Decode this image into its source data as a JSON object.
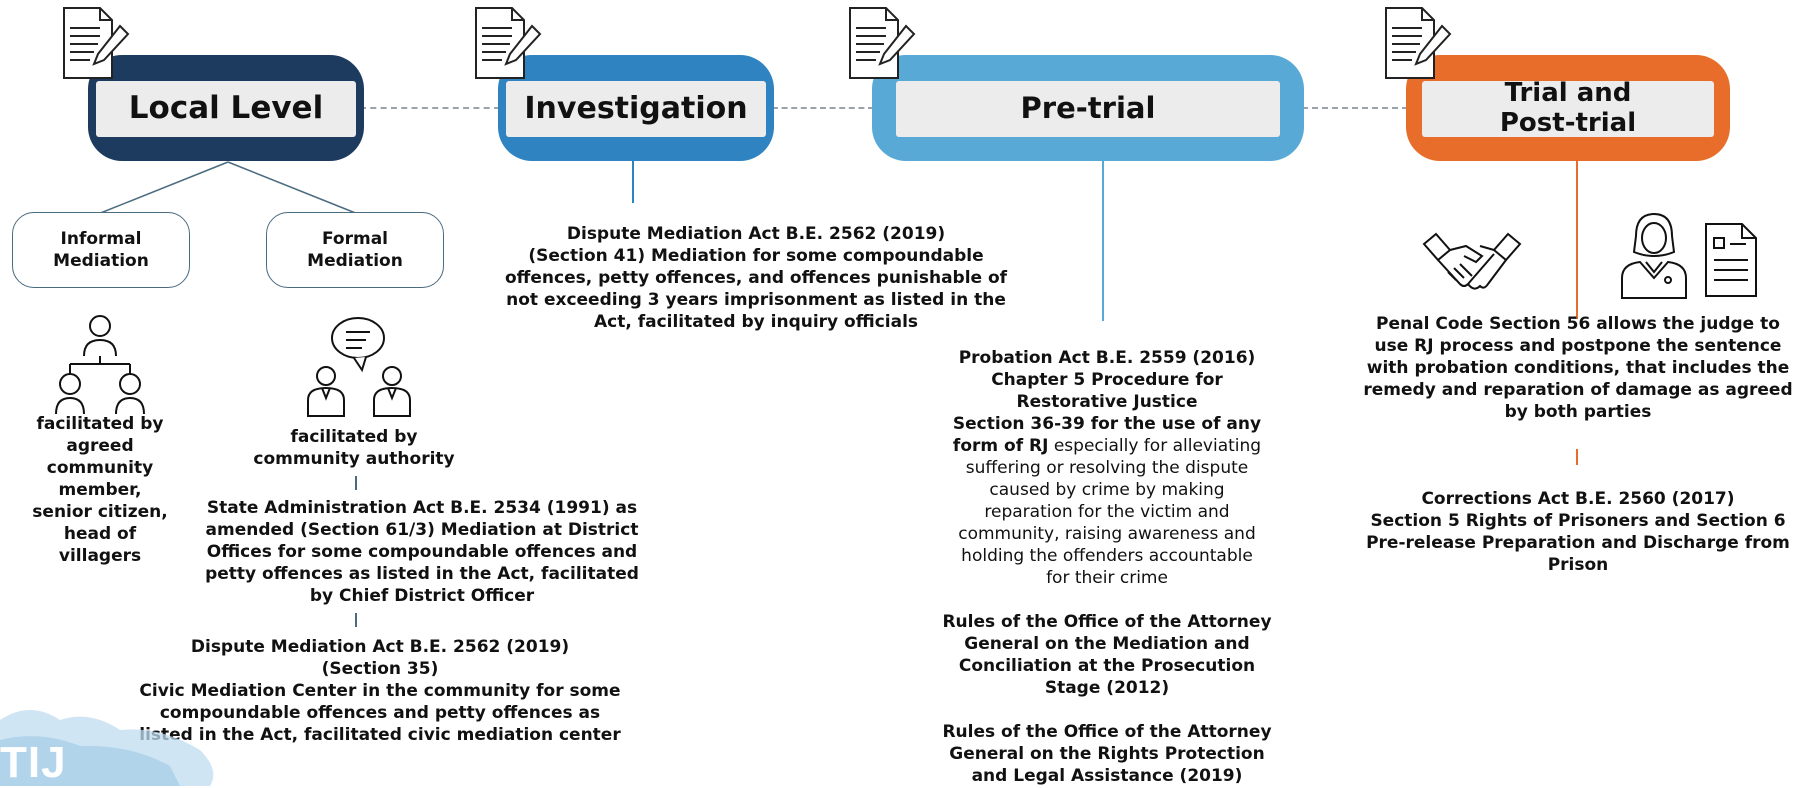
{
  "stages": {
    "local": "Local Level",
    "investigation": "Investigation",
    "pretrial": "Pre-trial",
    "trial_line1": "Trial and",
    "trial_line2": "Post-trial"
  },
  "local": {
    "informal_line1": "Informal",
    "informal_line2": "Mediation",
    "formal_line1": "Formal",
    "formal_line2": "Mediation",
    "informal_desc": [
      "facilitated by",
      "agreed",
      "community",
      "member,",
      "senior citizen,",
      "head of",
      "villagers"
    ],
    "formal_desc": [
      "facilitated by",
      "community authority"
    ],
    "state_admin": [
      "State Administration Act B.E. 2534 (1991) as",
      "amended (Section 61/3) Mediation at District",
      "Offices for some compoundable offences and",
      "petty offences as listed in the Act, facilitated",
      "by Chief District Officer"
    ],
    "dispute_35": [
      "Dispute Mediation Act B.E. 2562 (2019)",
      "(Section 35)",
      "Civic Mediation Center in the community for some",
      "compoundable offences and petty offences as",
      "listed in the Act, facilitated civic mediation center"
    ]
  },
  "investigation": {
    "text": [
      "Dispute Mediation Act B.E. 2562 (2019)",
      "(Section 41) Mediation for some compoundable",
      "offences, petty offences, and offences punishable of",
      "not exceeding 3 years imprisonment as listed in the",
      "Act, facilitated by inquiry officials"
    ]
  },
  "pretrial": {
    "probation_bold": [
      "Probation Act B.E. 2559 (2016)",
      "Chapter 5 Procedure for",
      "Restorative Justice",
      "Section 36-39 for the use of any"
    ],
    "probation_mixed_bold": "form of RJ",
    "probation_mixed_normal": " especially for  alleviating",
    "probation_normal": [
      "suffering or resolving the dispute",
      "caused by crime by making",
      "reparation for the victim and",
      "community, raising awareness and",
      "holding the offenders accountable",
      "for their crime"
    ],
    "rules_2012": [
      "Rules of the Office of the Attorney",
      "General on the Mediation and",
      "Conciliation at the Prosecution",
      "Stage (2012)"
    ],
    "rules_2019": [
      "Rules of the Office of the Attorney",
      "General on the Rights Protection",
      "and Legal Assistance (2019)"
    ]
  },
  "trial": {
    "penal": [
      "Penal Code Section 56 allows the judge to",
      "use RJ process and postpone the sentence",
      "with probation conditions, that includes the",
      "remedy and reparation of damage as agreed",
      "by both parties"
    ],
    "corrections": [
      "Corrections Act B.E. 2560 (2017)",
      "Section 5 Rights of Prisoners and Section 6",
      "Pre-release Preparation and Discharge from",
      "Prison"
    ]
  },
  "logo": "TIJ",
  "colors": {
    "navy": "#1d3b5e",
    "blue": "#2f83c1",
    "light_blue": "#58a9d6",
    "orange": "#e86d2a",
    "pill_border": "#4a6a7f"
  },
  "icons": [
    "document-pen-icon",
    "hierarchy-people-icon",
    "speech-people-icon",
    "handshake-icon",
    "judge-icon",
    "document-icon"
  ]
}
